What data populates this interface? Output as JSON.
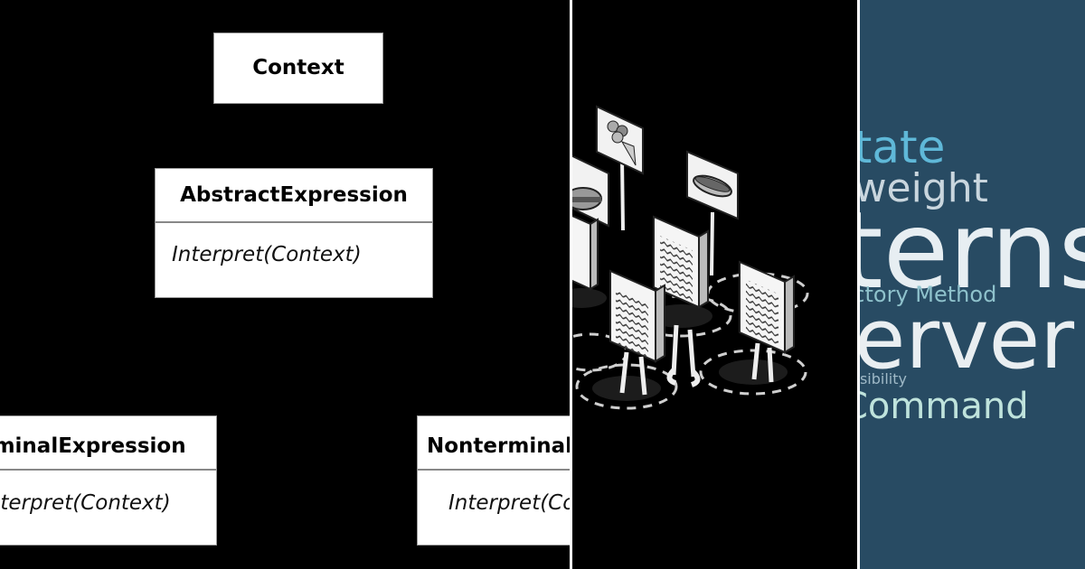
{
  "uml": {
    "context": {
      "title": "Context"
    },
    "abstract": {
      "title": "AbstractExpression",
      "op": "Interpret(Context)"
    },
    "terminal": {
      "title": "TerminalExpression",
      "op": "Interpret(Context)"
    },
    "nonterminal": {
      "title": "NonterminalExpression",
      "op": "Interpret(Context)"
    }
  },
  "wordcloud": {
    "background": "#284b63",
    "words": {
      "state": {
        "text": "State",
        "color": "#5fb8d8"
      },
      "flyweight": {
        "text": "Flyweight",
        "color": "#c9d6de"
      },
      "patterns": {
        "text": "Patterns",
        "color": "#e7eef2"
      },
      "factory": {
        "text": "Factory Method",
        "color": "#8fc2cc"
      },
      "observer": {
        "text": "Observer",
        "color": "#e9eef1"
      },
      "responsibility": {
        "text": "Chain of Responsibility",
        "color": "#9fb9c7"
      },
      "command": {
        "text": "Command",
        "color": "#bfe3dc"
      }
    }
  }
}
